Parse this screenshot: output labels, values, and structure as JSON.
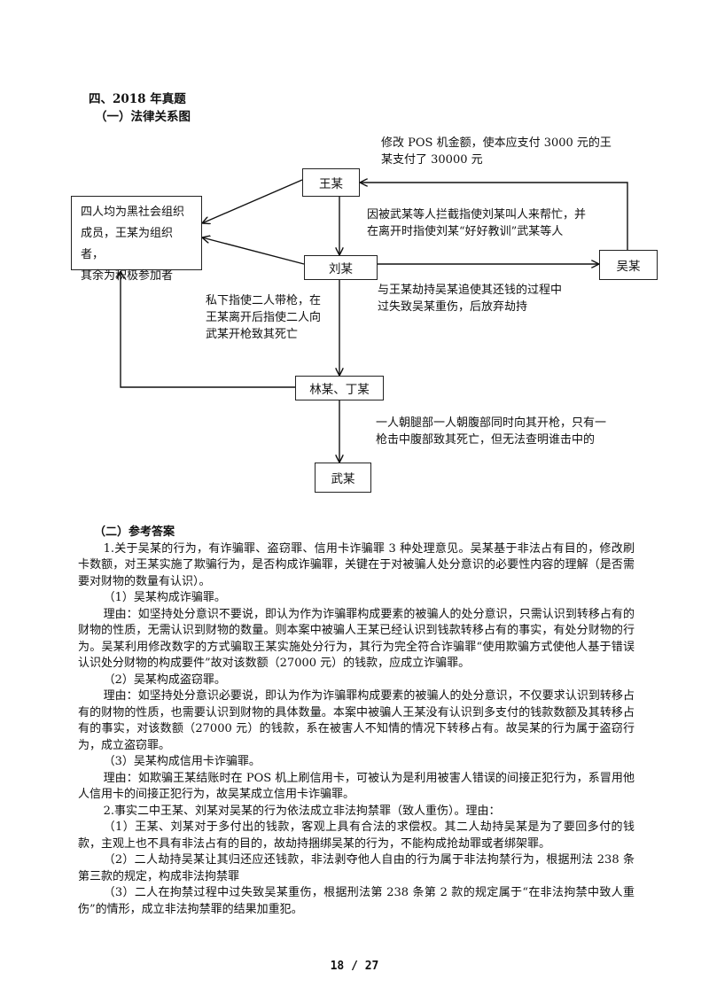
{
  "heading": "四、2018 年真题",
  "subheading": "（一）法律关系图",
  "diagram": {
    "nodes": {
      "org": [
        "四人均为黑社会组织",
        "成员，王某为组织者，",
        "其余为积极参加者"
      ],
      "wang": "王某",
      "liu": "刘某",
      "wu_mou": "吴某",
      "lin_ding": "林某、丁某",
      "wu_victim": "武某"
    },
    "notes": {
      "pos": [
        "修改 POS 机金额，使本应支付 3000 元的王",
        "某支付了 30000 元"
      ],
      "instruct": [
        "因被武某等人拦截指使刘某叫人来帮忙，并",
        "在离开时指使刘某“好好教训”武某等人"
      ],
      "detain": [
        "与王某劫持吴某追使其还钱的过程中",
        "过失致吴某重伤，后放弃劫持"
      ],
      "private": [
        "私下指使二人带枪，在",
        "王某离开后指使二人向",
        "武某开枪致其死亡"
      ],
      "shoot": [
        "一人朝腿部一人朝腹部同时向其开枪，只有一",
        "枪击中腹部致其死亡，但无法查明谁击中的"
      ]
    }
  },
  "answer": {
    "title": "（二）参考答案",
    "paragraphs": [
      "1.关于吴某的行为，有诈骗罪、盗窃罪、信用卡诈骗罪 3 种处理意见。吴某基于非法占有目的，修改刷卡数额，对王某实施了欺骗行为，是否构成诈骗罪，关键在于对被骗人处分意识的必要性内容的理解（是否需要对财物的数量有认识）。",
      "（1）吴某构成诈骗罪。",
      "理由：如坚持处分意识不要说，即认为作为诈骗罪构成要素的被骗人的处分意识，只需认识到转移占有的财物的性质，无需认识到财物的数量。则本案中被骗人王某已经认识到钱款转移占有的事实，有处分财物的行为。吴某利用修改数字的方式骗取王某实施处分行为，其行为完全符合诈骗罪“使用欺骗方式使他人基于错误认识处分财物的构成要件”故对该数额（27000 元）的钱款，应成立诈骗罪。",
      "（2）吴某构成盗窃罪。",
      "理由：如坚持处分意识必要说，即认为作为诈骗罪构成要素的被骗人的处分意识，不仅要求认识到转移占有的财物的性质，也需要认识到财物的具体数量。本案中被骗人王某没有认识到多支付的钱款数额及其转移占有的事实，对该数额（27000 元）的钱款，系在被害人不知情的情况下转移占有。故吴某的行为属于盗窃行为，成立盗窃罪。",
      "（3）吴某构成信用卡诈骗罪。",
      "理由：如欺骗王某结账时在 POS 机上刷信用卡，可被认为是利用被害人错误的间接正犯行为，系冒用他人信用卡的间接正犯行为，故吴某成立信用卡诈骗罪。",
      "2.事实二中王某、刘某对吴某的行为依法成立非法拘禁罪（致人重伤）。理由：",
      "（1）王某、刘某对于多付出的钱款，客观上具有合法的求偿权。其二人劫持吴某是为了要回多付的钱款，主观上也不具有非法占有的目的，故劫持捆绑吴某的行为，不能构成抢劫罪或者绑架罪。",
      "（2）二人劫持吴某让其归还应还钱款，非法剥夺他人自由的行为属于非法拘禁行为，根据刑法 238 条第三款的规定，构成非法拘禁罪",
      "（3）二人在拘禁过程中过失致吴某重伤，根据刑法第 238 条第 2 款的规定属于“在非法拘禁中致人重伤”的情形，成立非法拘禁罪的结果加重犯。"
    ]
  },
  "page_number": "18 / 27"
}
